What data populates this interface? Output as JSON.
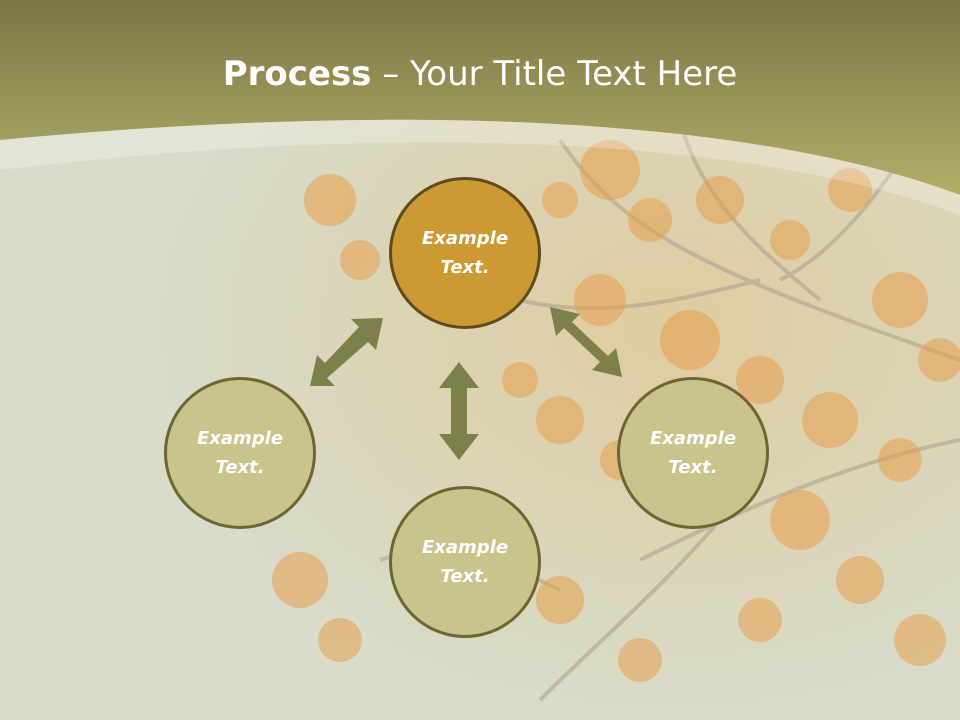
{
  "slide": {
    "title_bold": "Process",
    "title_rest": " – Your Title Text Here"
  },
  "nodes": {
    "top": {
      "line1": "Example",
      "line2": "Text."
    },
    "left": {
      "line1": "Example",
      "line2": "Text."
    },
    "right": {
      "line1": "Example",
      "line2": "Text."
    },
    "bottom": {
      "line1": "Example",
      "line2": "Text."
    }
  },
  "colors": {
    "header": "#8f8a4a",
    "accent_node": "#cc9933",
    "node": "#c8c48c",
    "arrow": "#7d8048"
  }
}
